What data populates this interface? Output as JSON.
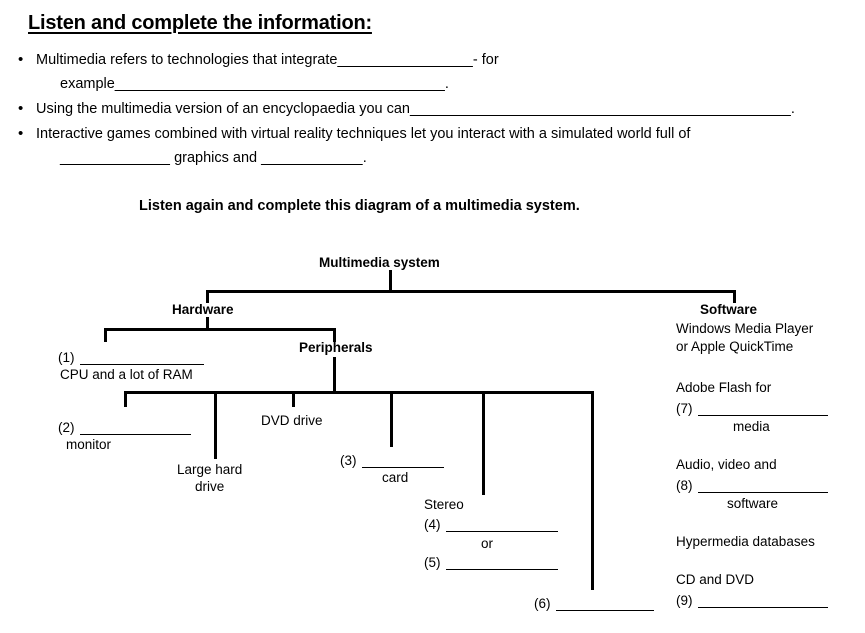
{
  "heading": "Listen and complete the information:",
  "bullets": [
    {
      "bullet": "•",
      "line1_pre": "Multimedia refers to technologies that integrate",
      "line1_blank": "________________",
      "line1_post": "- for",
      "line2_pre": "example",
      "line2_blank": "_______________________________________",
      "line2_post": "."
    },
    {
      "bullet": "•",
      "line1_pre": "Using the multimedia version of an encyclopaedia you can",
      "line1_blank": "_____________________________________________",
      "line1_post": ".",
      "line2_pre": "",
      "line2_blank": "",
      "line2_post": ""
    },
    {
      "bullet": "•",
      "line1_pre": "Interactive games combined with virtual reality techniques let you interact with a simulated world full of",
      "line1_blank": "",
      "line1_post": "",
      "line2_pre": "",
      "line2_blank": "_____________",
      "line2_mid": " graphics and ",
      "line2_blank2": "____________",
      "line2_post": "."
    }
  ],
  "sub_instruction": "Listen again and complete this diagram of a multimedia system.",
  "diagram": {
    "root": "Multimedia system",
    "hardware": "Hardware",
    "software": "Software",
    "peripherals": "Peripherals",
    "items": {
      "item1_num": "(1)",
      "item1_caption": "CPU and a lot of RAM",
      "item2_num": "(2)",
      "item2_caption": "monitor",
      "large_hard_drive_line1": "Large hard",
      "large_hard_drive_line2": "drive",
      "dvd_drive": "DVD drive",
      "item3_num": "(3)",
      "item3_caption": "card",
      "stereo": "Stereo",
      "item4_num": "(4)",
      "or_text": "or",
      "item5_num": "(5)",
      "item6_num": "(6)"
    },
    "software_items": {
      "wmp_line1": "Windows Media Player",
      "wmp_line2": "or Apple QuickTime",
      "flash_line1": "Adobe Flash for",
      "item7_num": "(7)",
      "item7_caption": "media",
      "audio_line1": "Audio, video and",
      "item8_num": "(8)",
      "item8_caption": "software",
      "hypermedia": "Hypermedia databases",
      "cd_dvd": "CD and DVD",
      "item9_num": "(9)"
    }
  },
  "colors": {
    "ink": "#000000",
    "paper": "#ffffff"
  }
}
